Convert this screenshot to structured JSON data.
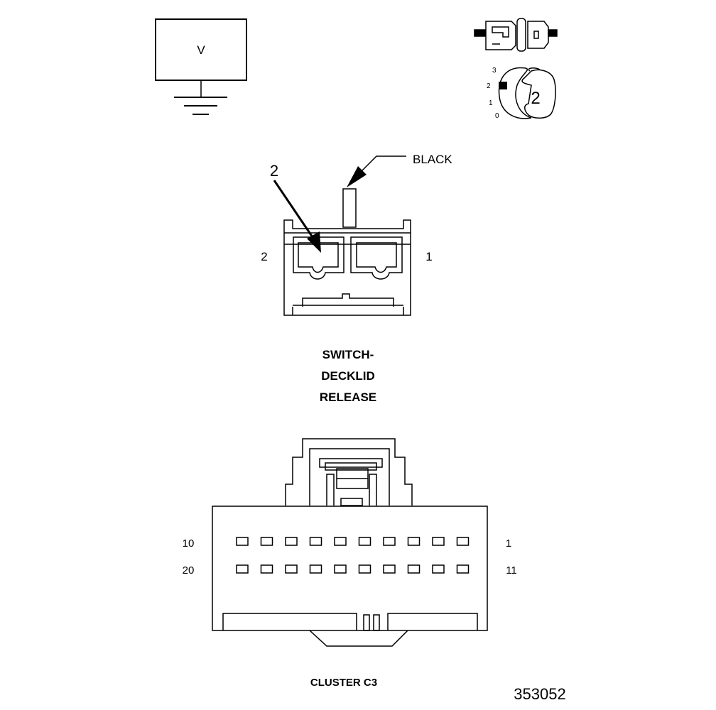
{
  "voltmeter": {
    "symbol": "V"
  },
  "ignition": {
    "positions": [
      "3",
      "2",
      "1",
      "0"
    ],
    "selected": "2"
  },
  "switch": {
    "callout": "2",
    "wire_color": "BLACK",
    "pin_left": "2",
    "pin_right": "1",
    "title_lines": [
      "SWITCH-",
      "DECKLID",
      "RELEASE"
    ]
  },
  "cluster": {
    "pin_top_left": "10",
    "pin_top_right": "1",
    "pin_bottom_left": "20",
    "pin_bottom_right": "11",
    "title": "CLUSTER C3"
  },
  "figure_id": "353052"
}
